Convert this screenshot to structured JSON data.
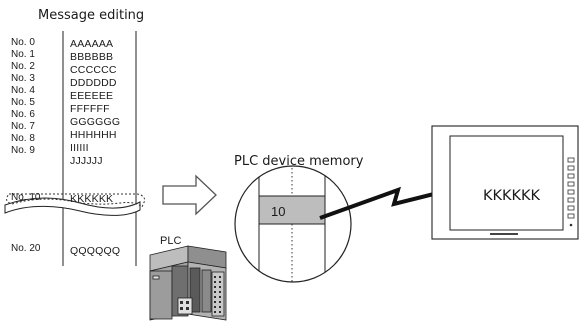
{
  "message_editing": {
    "title": "Message editing",
    "rows": [
      {
        "no": "No. 0",
        "text": "AAAAAA"
      },
      {
        "no": "No. 1",
        "text": "BBBBBB"
      },
      {
        "no": "No. 2",
        "text": "CCCCCC"
      },
      {
        "no": "No. 3",
        "text": "DDDDDD"
      },
      {
        "no": "No. 4",
        "text": "EEEEEE"
      },
      {
        "no": "No. 5",
        "text": "FFFFFF"
      },
      {
        "no": "No. 6",
        "text": "GGGGGG"
      },
      {
        "no": "No. 7",
        "text": "HHHHHH"
      },
      {
        "no": "No. 8",
        "text": "IIIIII"
      },
      {
        "no": "No. 9",
        "text": "JJJJJJ"
      },
      {
        "no": "No. 10",
        "text": "KKKKKK"
      },
      {
        "no": "No. 20",
        "text": "QQQQQQ"
      }
    ]
  },
  "plc_memory": {
    "title": "PLC device memory",
    "value": "10"
  },
  "plc": {
    "label": "PLC"
  },
  "display": {
    "text": "KKKKKK"
  },
  "colors": {
    "line": "#222222",
    "memory_cell": "#bdbdbd",
    "arrow_fill": "#ffffff",
    "plc_body": "#9a9a9a",
    "plc_dark": "#4a4a4a",
    "panel_frame": "#e2e2e2"
  }
}
